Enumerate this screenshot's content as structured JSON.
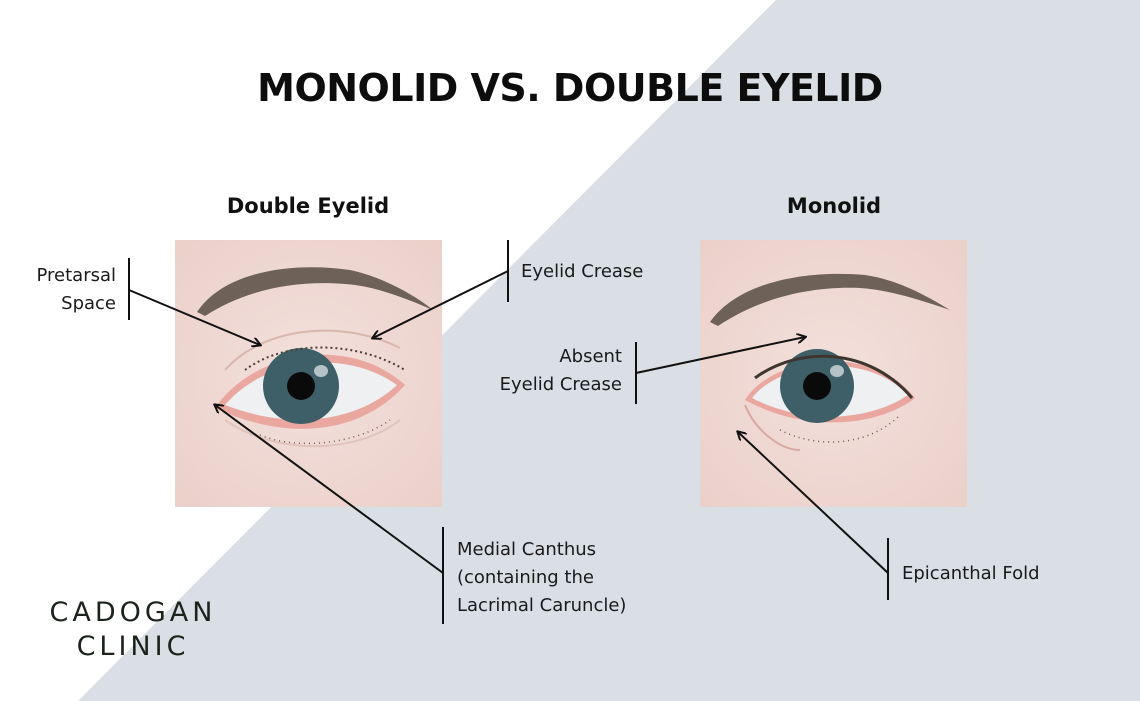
{
  "title": "MONOLID VS. DOUBLE EYELID",
  "colors": {
    "background_white": "#ffffff",
    "background_gray": "#d9dfe5",
    "skin": "#efd8d3",
    "iris": "#3f5f68",
    "text": "#111111"
  },
  "panels": [
    {
      "title": "Double Eyelid",
      "labels": {
        "pretarsal_space": [
          "Pretarsal",
          "Space"
        ],
        "eyelid_crease": "Eyelid Crease",
        "medial_canthus": [
          "Medial Canthus",
          "(containing the",
          "Lacrimal Caruncle)"
        ]
      }
    },
    {
      "title": "Monolid",
      "labels": {
        "absent_eyelid_crease": [
          "Absent",
          "Eyelid Crease"
        ],
        "epicanthal_fold": "Epicanthal Fold"
      }
    }
  ],
  "logo": {
    "line1": "CADOGAN",
    "line2": "CLINIC"
  }
}
